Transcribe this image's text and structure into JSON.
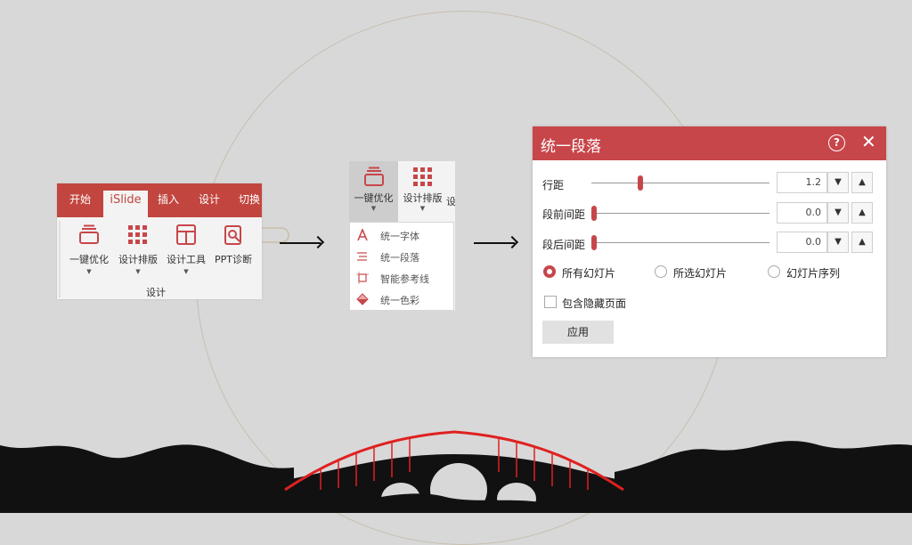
{
  "ribbon": {
    "tabs": [
      "开始",
      "iSlide",
      "插入",
      "设计",
      "切换"
    ],
    "buttons": [
      "一键优化",
      "设计排版",
      "设计工具",
      "PPT诊断"
    ],
    "group_label": "设计"
  },
  "dropdown": {
    "top_buttons": [
      "一键优化",
      "设计排版",
      "设"
    ],
    "menu_items": [
      "统一字体",
      "统一段落",
      "智能参考线",
      "统一色彩"
    ]
  },
  "dialog": {
    "title": "统一段落",
    "help_glyph": "?",
    "close_glyph": "✕",
    "rows": [
      {
        "label": "行距",
        "value": "1.2",
        "slider_fraction": 0.26
      },
      {
        "label": "段前间距",
        "value": "0.0",
        "slider_fraction": 0.0
      },
      {
        "label": "段后间距",
        "value": "0.0",
        "slider_fraction": 0.0
      }
    ],
    "radios": [
      {
        "label": "所有幻灯片",
        "selected": true
      },
      {
        "label": "所选幻灯片",
        "selected": false
      },
      {
        "label": "幻灯片序列",
        "selected": false
      }
    ],
    "checkbox_label": "包含隐藏页面",
    "checkbox_checked": false,
    "apply_label": "应用"
  },
  "colors": {
    "accent": "#c7464a",
    "ribbon_tab": "#c2463f",
    "background": "#d8d8d8"
  }
}
